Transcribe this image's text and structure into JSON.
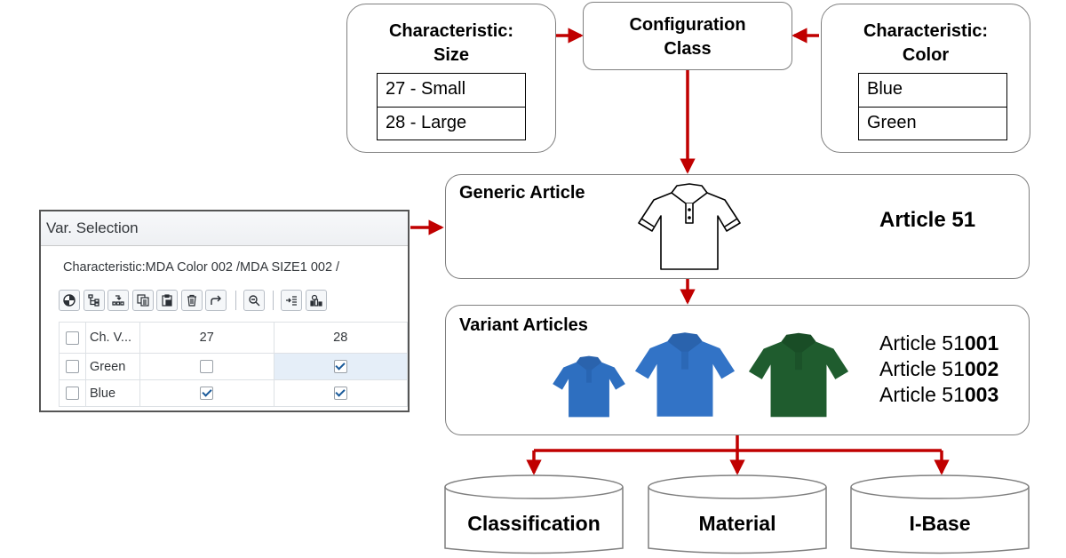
{
  "char_size": {
    "title_line1": "Characteristic:",
    "title_line2": "Size",
    "values": [
      "27 - Small",
      "28 - Large"
    ]
  },
  "config_class": {
    "line1": "Configuration",
    "line2": "Class"
  },
  "char_color": {
    "title_line1": "Characteristic:",
    "title_line2": "Color",
    "values": [
      "Blue",
      "Green"
    ]
  },
  "generic_article": {
    "label": "Generic Article",
    "article": "Article 51"
  },
  "variant_articles": {
    "label": "Variant Articles",
    "articles": [
      {
        "prefix": "Article 51",
        "suffix": "001"
      },
      {
        "prefix": "Article 51",
        "suffix": "002"
      },
      {
        "prefix": "Article 51",
        "suffix": "003"
      }
    ]
  },
  "targets": [
    "Classification",
    "Material",
    "I-Base"
  ],
  "var_selection": {
    "title": "Var. Selection",
    "subtitle": "Characteristic:MDA Color 002 /MDA SIZE1 002 /",
    "toolbar_icons": [
      "pie-chart-icon",
      "hierarchy-icon",
      "collapse-icon",
      "copy-icon",
      "paste-icon",
      "delete-icon",
      "redo-icon",
      "zoom-icon",
      "indent-icon",
      "settings-icon"
    ],
    "grid": {
      "col_header": "Ch. V...",
      "columns": [
        "27",
        "28"
      ],
      "rows": [
        {
          "name": "Green",
          "values": [
            false,
            true
          ]
        },
        {
          "name": "Blue",
          "values": [
            true,
            true
          ]
        }
      ]
    }
  },
  "colors": {
    "arrow": "#c00000",
    "border": "#7f7f7f",
    "blue_shirt": "#2e6fc0",
    "green_shirt": "#1f5c2e"
  }
}
